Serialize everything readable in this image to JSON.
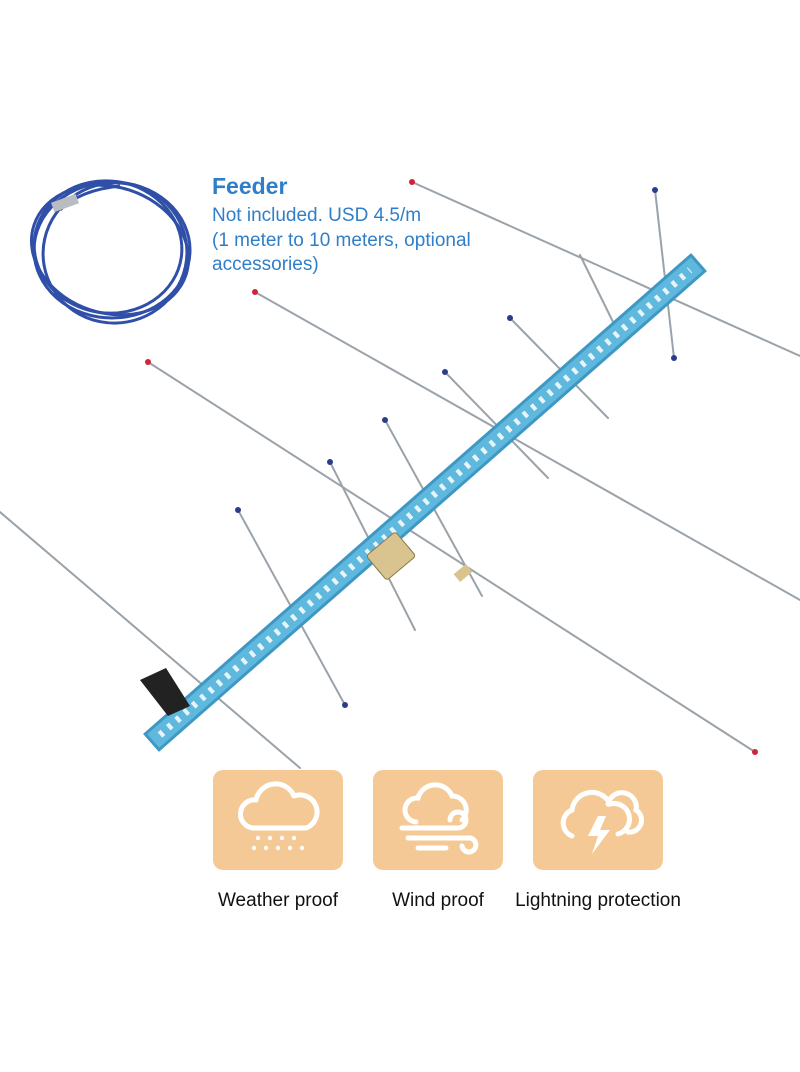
{
  "feeder": {
    "title": "Feeder",
    "line1": "Not included. USD 4.5/m",
    "line2": "(1 meter to 10 meters, optional",
    "line3": "accessories)"
  },
  "features": [
    {
      "label": "Weather proof",
      "icon": "rain-cloud-icon"
    },
    {
      "label": "Wind proof",
      "icon": "wind-cloud-icon"
    },
    {
      "label": "Lightning protection",
      "icon": "lightning-cloud-icon"
    }
  ],
  "colors": {
    "boom": "#5fb8dd",
    "feeder_text": "#2f7fc8",
    "tile": "#f5c995",
    "cable": "#2f4fa8"
  }
}
